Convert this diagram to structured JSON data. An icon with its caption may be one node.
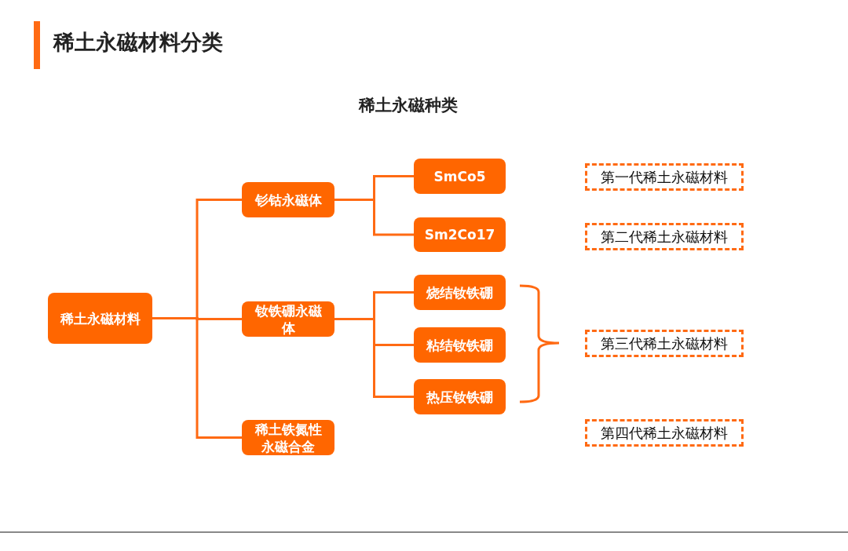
{
  "diagram": {
    "title": "稀土永磁材料分类",
    "nodes": [
      {
        "text": [
          "稀土永磁材料"
        ]
      },
      {
        "text": [
          "钐钴永磁体"
        ]
      },
      {
        "text": [
          "钕铁硼永磁体"
        ]
      },
      {
        "text": [
          "稀土铁氮性永磁合金"
        ]
      },
      {
        "text": [
          "SmCo5"
        ]
      },
      {
        "text": [
          "Sm2Co17"
        ]
      },
      {
        "text": [
          "烧结钕铁硼"
        ]
      },
      {
        "text": [
          "粘结钕铁硼"
        ]
      },
      {
        "text": [
          "热压钕铁硼"
        ]
      },
      {
        "text": [
          "第一代稀土永磁材料"
        ]
      },
      {
        "text": [
          "第二代稀土永磁材料"
        ]
      },
      {
        "text": [
          "第三代稀土永磁材料"
        ]
      },
      {
        "text": [
          "第四代稀土永磁材料"
        ]
      }
    ],
    "edges": [
      {
        "from": 0,
        "to": 1,
        "arrow": "none"
      },
      {
        "from": 0,
        "to": 2,
        "arrow": "none"
      },
      {
        "from": 0,
        "to": 3,
        "arrow": "none"
      },
      {
        "from": 1,
        "to": 4,
        "arrow": "none"
      },
      {
        "from": 1,
        "to": 5,
        "arrow": "none"
      },
      {
        "from": 2,
        "to": 6,
        "arrow": "none"
      },
      {
        "from": 2,
        "to": 7,
        "arrow": "none"
      },
      {
        "from": 2,
        "to": 8,
        "arrow": "none"
      }
    ],
    "labels": [
      "稀土永磁种类"
    ]
  }
}
